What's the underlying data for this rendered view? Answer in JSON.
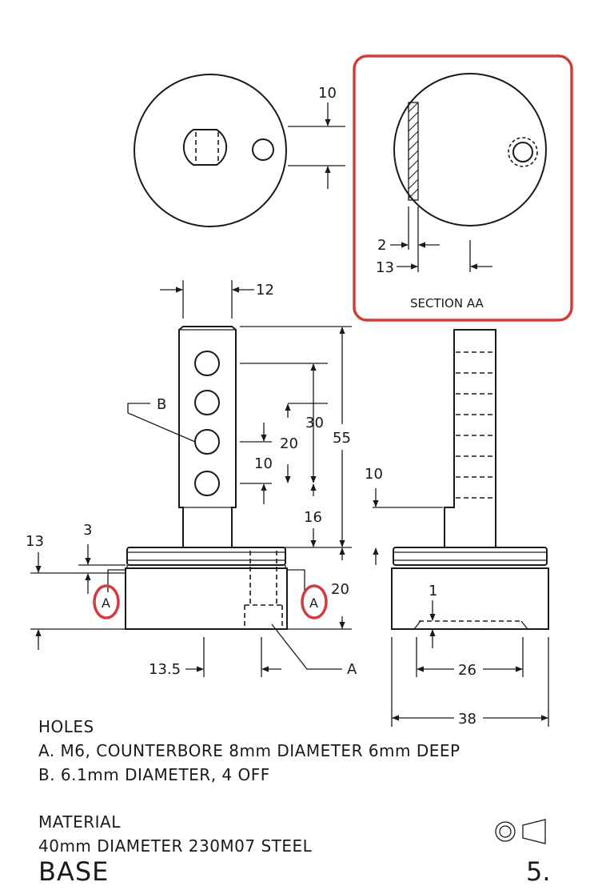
{
  "top_view": {
    "dim_10": "10"
  },
  "section_view": {
    "label": "SECTION AA",
    "dim_2": "2",
    "dim_13": "13",
    "highlight_color": "#d43c3c"
  },
  "front_view": {
    "dim_12": "12",
    "label_b": "B",
    "dim_30": "30",
    "dim_20": "20",
    "dim_10": "10",
    "dim_55": "55",
    "dim_16": "16",
    "dim_3": "3",
    "dim_13": "13",
    "dim_20_base": "20",
    "section_mark_left": "A",
    "section_mark_right": "A",
    "dim_13_5": "13.5",
    "label_a": "A"
  },
  "side_view": {
    "dim_10": "10",
    "dim_1": "1",
    "dim_26": "26",
    "dim_38": "38"
  },
  "notes": {
    "holes_heading": "HOLES",
    "hole_a": "A. M6, COUNTERBORE 8mm DIAMETER 6mm DEEP",
    "hole_b": "B. 6.1mm   DIAMETER, 4 OFF",
    "material_heading": "MATERIAL",
    "material": "40mm DIAMETER 230M07 STEEL"
  },
  "title": "BASE",
  "page_number": "5.",
  "projection_symbol": "third-angle-projection-icon"
}
